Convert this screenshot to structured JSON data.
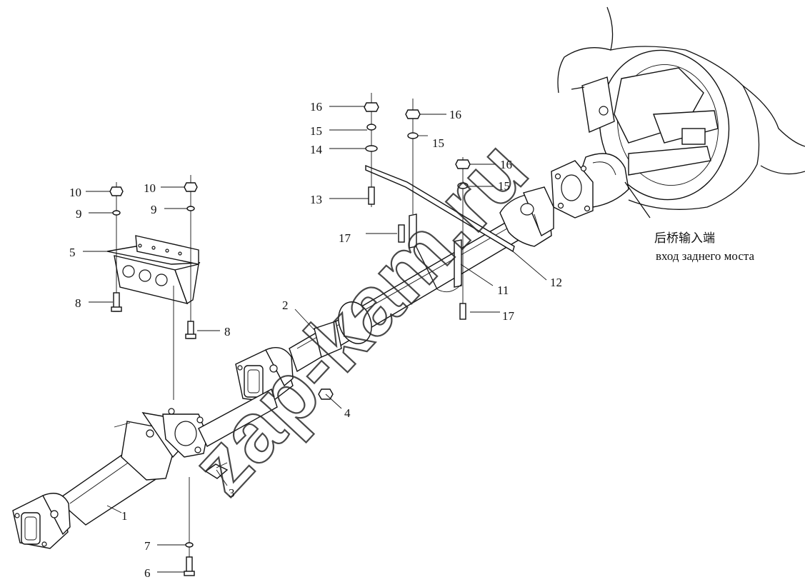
{
  "callouts": [
    {
      "id": "c1",
      "text": "1"
    },
    {
      "id": "c2",
      "text": "2"
    },
    {
      "id": "c3",
      "text": "3"
    },
    {
      "id": "c4",
      "text": "4"
    },
    {
      "id": "c5",
      "text": "5"
    },
    {
      "id": "c6",
      "text": "6"
    },
    {
      "id": "c7",
      "text": "7"
    },
    {
      "id": "c8a",
      "text": "8"
    },
    {
      "id": "c8b",
      "text": "8"
    },
    {
      "id": "c9a",
      "text": "9"
    },
    {
      "id": "c9b",
      "text": "9"
    },
    {
      "id": "c10a",
      "text": "10"
    },
    {
      "id": "c10b",
      "text": "10"
    },
    {
      "id": "c11",
      "text": "11"
    },
    {
      "id": "c12",
      "text": "12"
    },
    {
      "id": "c13",
      "text": "13"
    },
    {
      "id": "c14",
      "text": "14"
    },
    {
      "id": "c15a",
      "text": "15"
    },
    {
      "id": "c15b",
      "text": "15"
    },
    {
      "id": "c15c",
      "text": "15"
    },
    {
      "id": "c16a",
      "text": "16"
    },
    {
      "id": "c16b",
      "text": "16"
    },
    {
      "id": "c16c",
      "text": "16"
    },
    {
      "id": "c17a",
      "text": "17"
    },
    {
      "id": "c17b",
      "text": "17"
    }
  ],
  "caption": {
    "zh": "后桥输入端",
    "ru": "вход заднего моста"
  },
  "watermark": {
    "text": "zap-kam.ru"
  }
}
